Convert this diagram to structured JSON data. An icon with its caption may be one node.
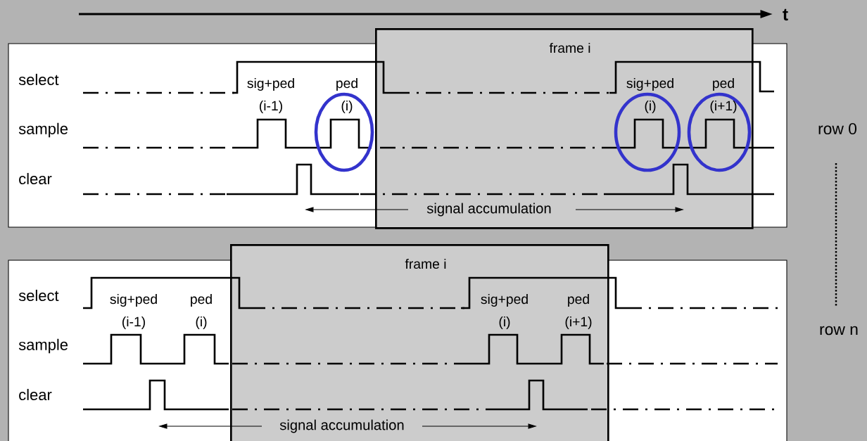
{
  "diagram": {
    "nodes": [
      {
        "text": [
          "frame i"
        ]
      },
      {
        "text": [
          "frame i"
        ]
      }
    ],
    "labels": [
      "t",
      "select",
      "sig+ped",
      "(i-1)",
      "ped",
      "(i)",
      "sig+ped",
      "(i)",
      "ped",
      "(i+1)",
      "sample",
      "clear",
      "signal accumulation",
      "row 0",
      "select",
      "sig+ped",
      "(i-1)",
      "ped",
      "(i)",
      "sig+ped",
      "(i)",
      "ped",
      "(i+1)",
      "sample",
      "clear",
      "signal accumulation",
      "row n"
    ]
  }
}
